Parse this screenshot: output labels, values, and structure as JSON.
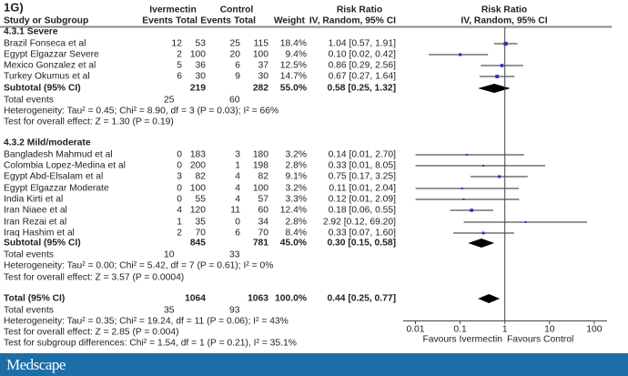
{
  "chart_data": {
    "type": "forest",
    "title": "1G)",
    "header": {
      "group1": "Ivermectin",
      "group2": "Control",
      "study_col": "Study or Subgroup",
      "events": "Events",
      "total": "Total",
      "weight": "Weight",
      "rr_title": "Risk Ratio",
      "rr_method": "IV, Random, 95% CI"
    },
    "subgroups": [
      {
        "name": "4.3.1 Severe",
        "studies": [
          {
            "study": "Brazil Fonseca et al",
            "ev1": "12",
            "tot1": "53",
            "ev2": "25",
            "tot2": "115",
            "weight": "18.4%",
            "rr": 1.04,
            "lo": 0.57,
            "hi": 1.91,
            "ci": "1.04 [0.57, 1.91]"
          },
          {
            "study": "Egypt Elgazzar Severe",
            "ev1": "2",
            "tot1": "100",
            "ev2": "20",
            "tot2": "100",
            "weight": "9.4%",
            "rr": 0.1,
            "lo": 0.02,
            "hi": 0.42,
            "ci": "0.10 [0.02, 0.42]"
          },
          {
            "study": "Mexico Gonzalez et al",
            "ev1": "5",
            "tot1": "36",
            "ev2": "6",
            "tot2": "37",
            "weight": "12.5%",
            "rr": 0.86,
            "lo": 0.29,
            "hi": 2.56,
            "ci": "0.86 [0.29, 2.56]"
          },
          {
            "study": "Turkey Okumus et al",
            "ev1": "6",
            "tot1": "30",
            "ev2": "9",
            "tot2": "30",
            "weight": "14.7%",
            "rr": 0.67,
            "lo": 0.27,
            "hi": 1.64,
            "ci": "0.67 [0.27, 1.64]"
          }
        ],
        "subtotal": {
          "label": "Subtotal (95% CI)",
          "tot1": "219",
          "tot2": "282",
          "weight": "55.0%",
          "rr": 0.58,
          "lo": 0.25,
          "hi": 1.32,
          "ci": "0.58 [0.25, 1.32]"
        },
        "total_events": {
          "label": "Total events",
          "ev1": "25",
          "ev2": "60"
        },
        "heterogeneity": "Heterogeneity: Tau² = 0.45; Chi² = 8.90, df = 3 (P = 0.03); I² = 66%",
        "overall": "Test for overall effect: Z = 1.30 (P = 0.19)"
      },
      {
        "name": "4.3.2 Mild/moderate",
        "studies": [
          {
            "study": "Bangladesh Mahmud et al",
            "ev1": "0",
            "tot1": "183",
            "ev2": "3",
            "tot2": "180",
            "weight": "3.2%",
            "rr": 0.14,
            "lo": 0.01,
            "hi": 2.7,
            "ci": "0.14 [0.01, 2.70]"
          },
          {
            "study": "Colombia Lopez-Medina et al",
            "ev1": "0",
            "tot1": "200",
            "ev2": "1",
            "tot2": "198",
            "weight": "2.8%",
            "rr": 0.33,
            "lo": 0.01,
            "hi": 8.05,
            "ci": "0.33 [0.01, 8.05]"
          },
          {
            "study": "Egypt Abd-Elsalam et al",
            "ev1": "3",
            "tot1": "82",
            "ev2": "4",
            "tot2": "82",
            "weight": "9.1%",
            "rr": 0.75,
            "lo": 0.17,
            "hi": 3.25,
            "ci": "0.75 [0.17, 3.25]"
          },
          {
            "study": "Egypt Elgazzar Moderate",
            "ev1": "0",
            "tot1": "100",
            "ev2": "4",
            "tot2": "100",
            "weight": "3.2%",
            "rr": 0.11,
            "lo": 0.01,
            "hi": 2.04,
            "ci": "0.11 [0.01, 2.04]"
          },
          {
            "study": "India Kirti et al",
            "ev1": "0",
            "tot1": "55",
            "ev2": "4",
            "tot2": "57",
            "weight": "3.3%",
            "rr": 0.12,
            "lo": 0.01,
            "hi": 2.09,
            "ci": "0.12 [0.01, 2.09]"
          },
          {
            "study": "Iran Niaee et al",
            "ev1": "4",
            "tot1": "120",
            "ev2": "11",
            "tot2": "60",
            "weight": "12.4%",
            "rr": 0.18,
            "lo": 0.06,
            "hi": 0.55,
            "ci": "0.18 [0.06, 0.55]"
          },
          {
            "study": "Iran Rezai et al",
            "ev1": "1",
            "tot1": "35",
            "ev2": "0",
            "tot2": "34",
            "weight": "2.8%",
            "rr": 2.92,
            "lo": 0.12,
            "hi": 69.2,
            "ci": "2.92 [0.12, 69.20]"
          },
          {
            "study": "Iraq Hashim et al",
            "ev1": "2",
            "tot1": "70",
            "ev2": "6",
            "tot2": "70",
            "weight": "8.4%",
            "rr": 0.33,
            "lo": 0.07,
            "hi": 1.6,
            "ci": "0.33 [0.07, 1.60]"
          }
        ],
        "subtotal": {
          "label": "Subtotal (95% CI)",
          "tot1": "845",
          "tot2": "781",
          "weight": "45.0%",
          "rr": 0.3,
          "lo": 0.15,
          "hi": 0.58,
          "ci": "0.30 [0.15, 0.58]"
        },
        "total_events": {
          "label": "Total events",
          "ev1": "10",
          "ev2": "33"
        },
        "heterogeneity": "Heterogeneity: Tau² = 0.00; Chi² = 5.42, df = 7 (P = 0.61); I² = 0%",
        "overall": "Test for overall effect: Z = 3.57 (P = 0.0004)"
      }
    ],
    "total": {
      "label": "Total (95% CI)",
      "tot1": "1064",
      "tot2": "1063",
      "weight": "100.0%",
      "rr": 0.44,
      "lo": 0.25,
      "hi": 0.77,
      "ci": "0.44 [0.25, 0.77]",
      "total_events": {
        "label": "Total events",
        "ev1": "35",
        "ev2": "93"
      },
      "heterogeneity": "Heterogeneity: Tau² = 0.35; Chi² = 19.24, df = 11 (P = 0.06); I² = 43%",
      "overall": "Test for overall effect: Z = 2.85 (P = 0.004)",
      "subgroup_diff": "Test for subgroup differences: Chi² = 1.54, df = 1 (P = 0.21), I² = 35.1%"
    },
    "axis": {
      "scale": "log",
      "ticks": [
        "0.01",
        "0.1",
        "1",
        "10",
        "100"
      ],
      "tick_values": [
        0.01,
        0.1,
        1,
        10,
        100
      ],
      "range": [
        0.006,
        200
      ],
      "favours_left": "Favours Ivermectin",
      "favours_right": "Favours Control"
    },
    "colors": {
      "marker": "#2a2ad8",
      "diamond": "#000000",
      "line": "#555555",
      "banner": "#1b6ea8"
    }
  },
  "brand": {
    "logo": "Medscape"
  }
}
